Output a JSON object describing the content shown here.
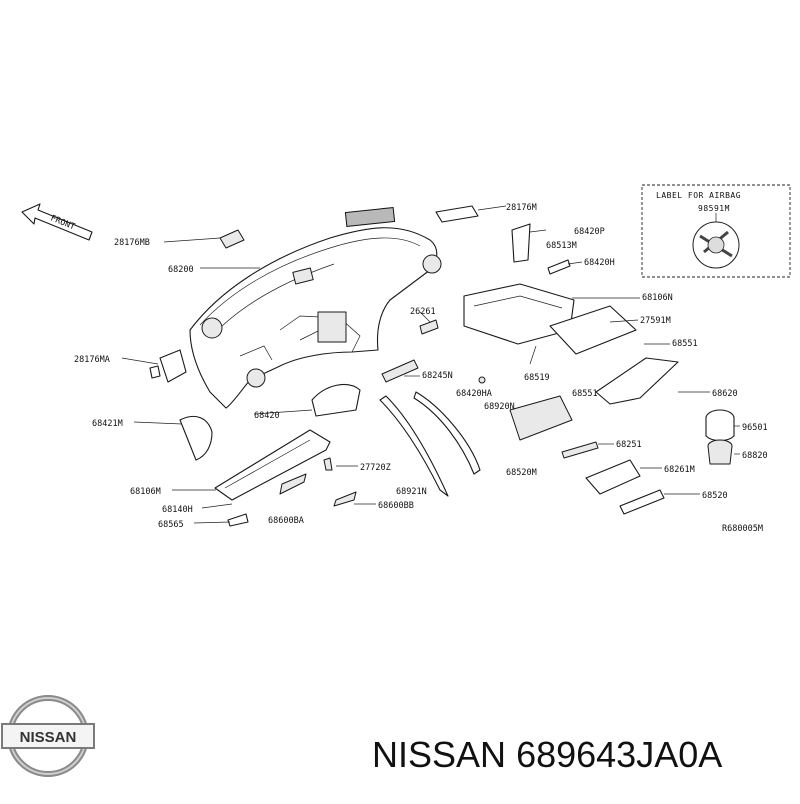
{
  "diagram": {
    "front_label": "FRONT",
    "box_label_title": "LABEL FOR AIRBAG",
    "box_label_part": "98591M",
    "diagram_code": "R680005M",
    "callouts": [
      "28176MB",
      "68200",
      "28176MA",
      "68421M",
      "68106M",
      "68140H",
      "68565",
      "68600BA",
      "27720Z",
      "68600BB",
      "68921N",
      "68420",
      "68245N",
      "68420HA",
      "68920N",
      "26261",
      "68519",
      "28176M",
      "68420P",
      "68513M",
      "68420H",
      "68106N",
      "27591M",
      "68551",
      "68551",
      "68620",
      "96501",
      "68820",
      "68251",
      "68520M",
      "68261M",
      "68520"
    ]
  },
  "logo": {
    "text": "NISSAN"
  },
  "caption": {
    "brand": "NISSAN",
    "part_number": "689643JA0A"
  }
}
